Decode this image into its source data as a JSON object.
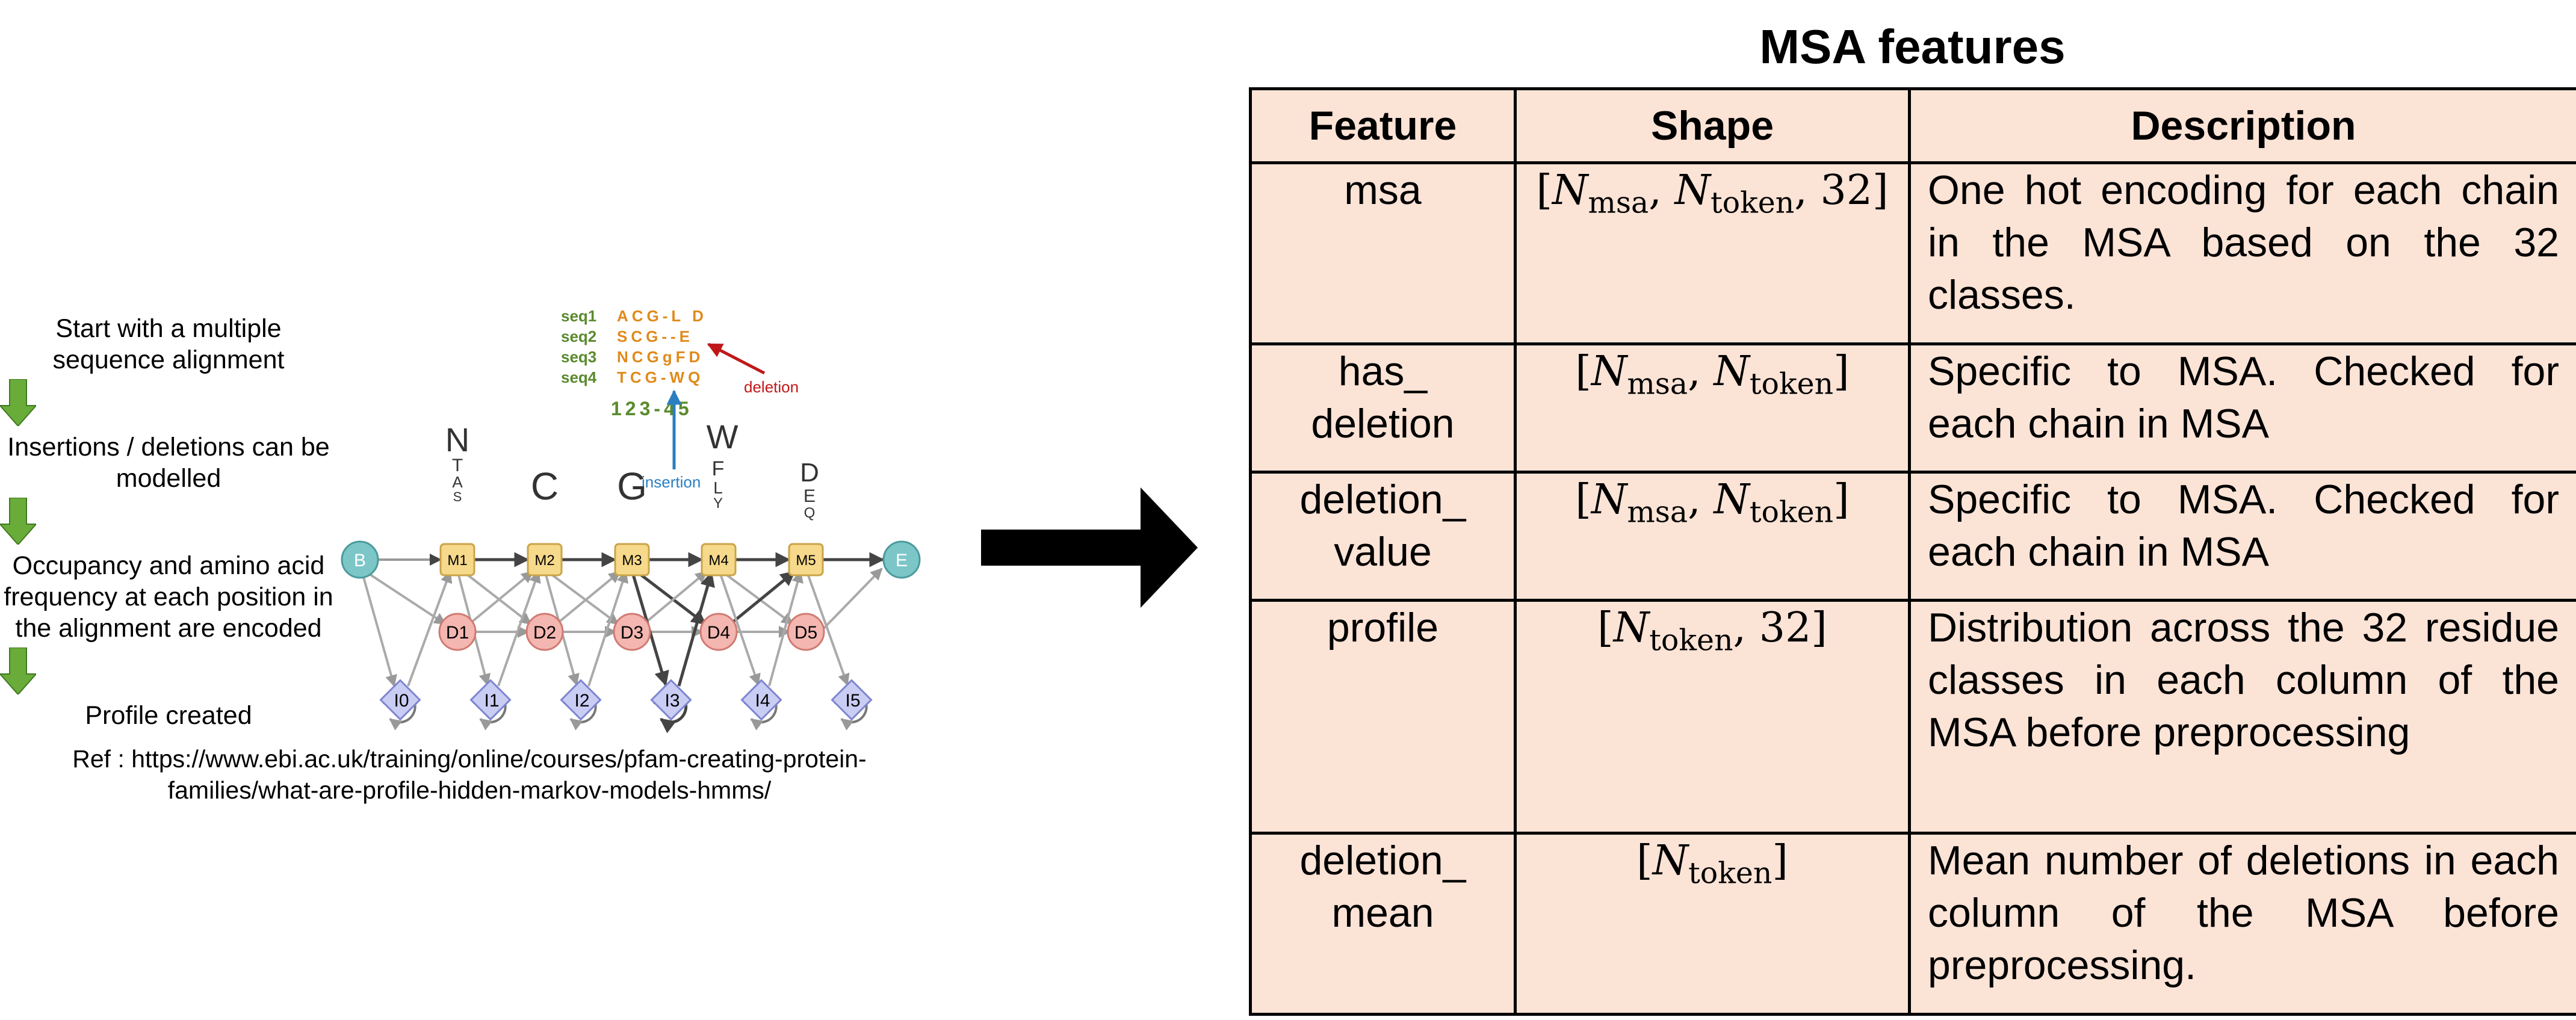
{
  "left_steps": [
    "Start with a multiple sequence alignment",
    "Insertions / deletions can be modelled",
    "Occupancy and amino acid frequency at each position in the alignment are encoded",
    "Profile created"
  ],
  "reference": "Ref : https://www.ebi.ac.uk/training/online/courses/pfam-creating-protein-families/what-are-profile-hidden-markov-models-hmms/",
  "hmm": {
    "sequences": [
      {
        "name": "seq1",
        "residues": "ACG-L D"
      },
      {
        "name": "seq2",
        "residues": "SCG--E"
      },
      {
        "name": "seq3",
        "residues": "NCGgFD"
      },
      {
        "name": "seq4",
        "residues": "TCG-WQ"
      }
    ],
    "column_numbers": "123-45",
    "deletion_label": "deletion",
    "insertion_label": "insertion",
    "logos": [
      "N T A S",
      "C",
      "G",
      "W F L Y",
      "D E Q"
    ],
    "begin_label": "B",
    "end_label": "E",
    "match_states": [
      "M1",
      "M2",
      "M3",
      "M4",
      "M5"
    ],
    "delete_states": [
      "D1",
      "D2",
      "D3",
      "D4",
      "D5"
    ],
    "insert_states": [
      "I0",
      "I1",
      "I2",
      "I3",
      "I4",
      "I5"
    ],
    "colors": {
      "seq_name": "#5a8a2e",
      "residue": "#e08a1a",
      "deletion": "#c0181a",
      "insertion": "#2a7fc0",
      "match": "#f6d98a",
      "delete": "#f4b6b0",
      "insert": "#c9cdf3",
      "terminal": "#7cc6c8"
    }
  },
  "table": {
    "title": "MSA features",
    "headers": [
      "Feature",
      "Shape",
      "Description"
    ],
    "rows": [
      {
        "feature": "msa",
        "description": "One hot encoding for each chain in the MSA based on the 32 classes."
      },
      {
        "feature": "has_ deletion",
        "description": "Specific to MSA. Checked for each chain in MSA"
      },
      {
        "feature": "deletion_ value",
        "description": "Specific to MSA. Checked for each chain in MSA"
      },
      {
        "feature": "profile",
        "description": "Distribution across the 32 residue classes in each column of the MSA before preprocessing"
      },
      {
        "feature": "deletion_ mean",
        "description": "Mean number of deletions in each column of the MSA before preprocessing."
      }
    ],
    "shape_parts": {
      "N": "N",
      "msa": "msa",
      "token": "token",
      "n32": "32"
    },
    "fill_color": "#fbe3d6"
  }
}
